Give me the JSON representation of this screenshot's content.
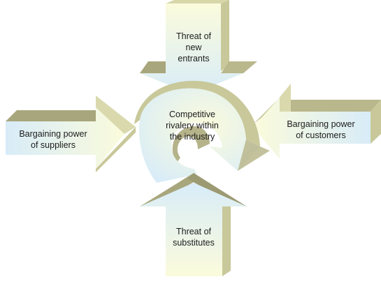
{
  "labels": {
    "top_line1": "Threat of",
    "top_line2": "new",
    "top_line3": "entrants",
    "left_line1": "Bargaining power",
    "left_line2": "of suppliers",
    "right_line1": "Bargaining power",
    "right_line2": "of customers",
    "center_line1": "Competitive",
    "center_line2": "rivalery within",
    "center_line3": "the industry",
    "bottom_line1": "Threat of",
    "bottom_line2": "substitutes"
  },
  "colors": {
    "face_light": "#daeef8",
    "face_pale": "#fbfbdc",
    "side_shade": "#c8c89a",
    "dark_shade": "#a6a47a"
  }
}
